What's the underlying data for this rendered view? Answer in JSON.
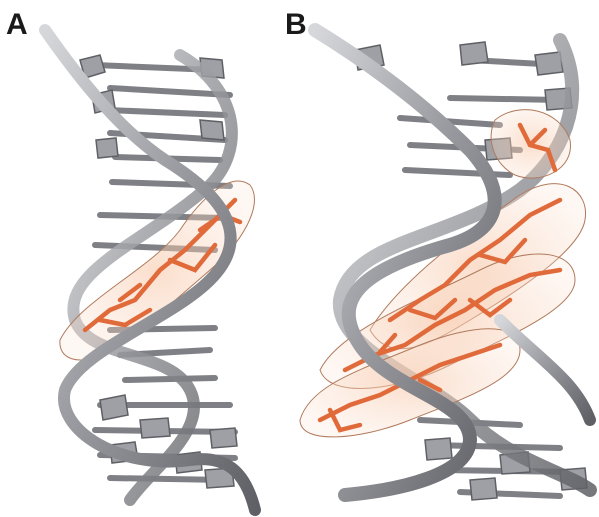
{
  "figure": {
    "panels": [
      {
        "id": "A",
        "label": "A"
      },
      {
        "id": "B",
        "label": "B"
      }
    ],
    "colors": {
      "dna_backbone": "#9a9ba0",
      "dna_base": "#8e8f94",
      "ligand": "#e06a3a",
      "ligand_surface": "#f6c7a9",
      "background": "#ffffff"
    }
  }
}
